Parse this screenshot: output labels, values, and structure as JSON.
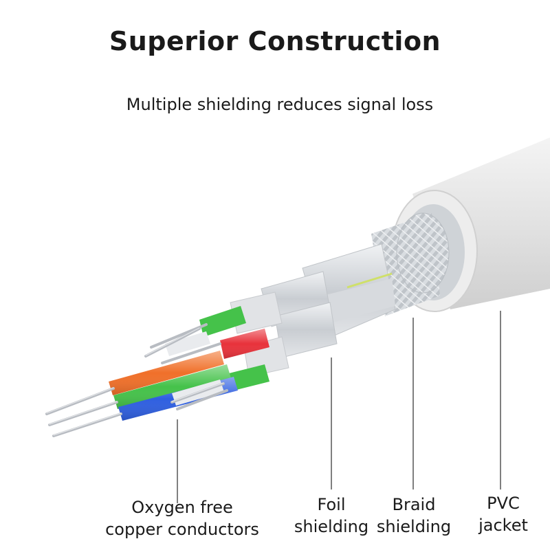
{
  "title": "Superior Construction",
  "subtitle": "Multiple shielding reduces signal loss",
  "labels": {
    "conductors": {
      "line1": "Oxygen free",
      "line2": "copper conductors"
    },
    "foil": {
      "line1": "Foil",
      "line2": "shielding"
    },
    "braid": {
      "line1": "Braid",
      "line2": "shielding"
    },
    "jacket": {
      "line1": "PVC",
      "line2": "jacket"
    }
  },
  "colors": {
    "jacket": "#e6e6e6",
    "braid": "#d2d6da",
    "foil": "#dcdfe3",
    "wire_green": "#45c24a",
    "wire_red": "#e8323b",
    "wire_orange": "#f0702a",
    "wire_blue": "#2f5fe0",
    "copper": "#b8bcc2"
  }
}
